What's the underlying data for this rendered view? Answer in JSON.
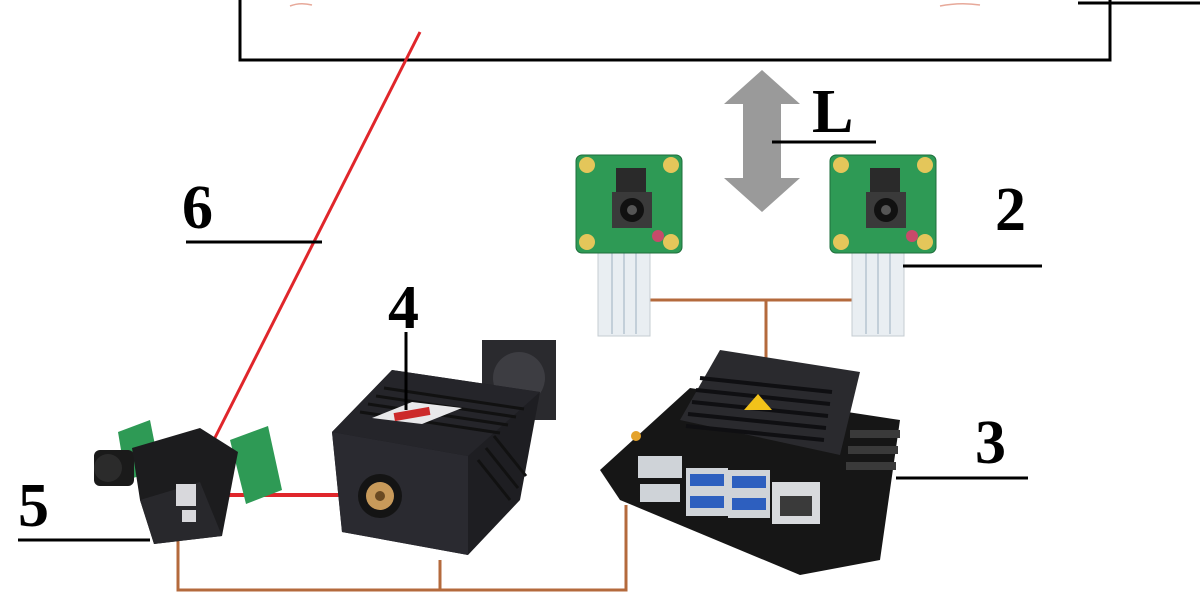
{
  "labels": {
    "distance": "L",
    "camera_pair": "2",
    "jetson_board": "3",
    "laser_module": "4",
    "galvo_scanner": "5",
    "laser_beam": "6"
  },
  "colors": {
    "background": "#ffffff",
    "frame_line": "#000000",
    "laser_beam": "#e0262b",
    "cable": "#b46a3c",
    "arrow": "#9a9a9a",
    "pcb_green": "#2e9a55",
    "heatsink": "#1e1e22",
    "board_black": "#161616",
    "usb_blue": "#2d5fbf"
  },
  "icons": {
    "arrow": "double-vertical-arrow-icon",
    "camera": "camera-module-icon",
    "laser": "laser-module-icon",
    "board": "computer-board-icon",
    "galvo": "galvo-scanner-icon"
  }
}
